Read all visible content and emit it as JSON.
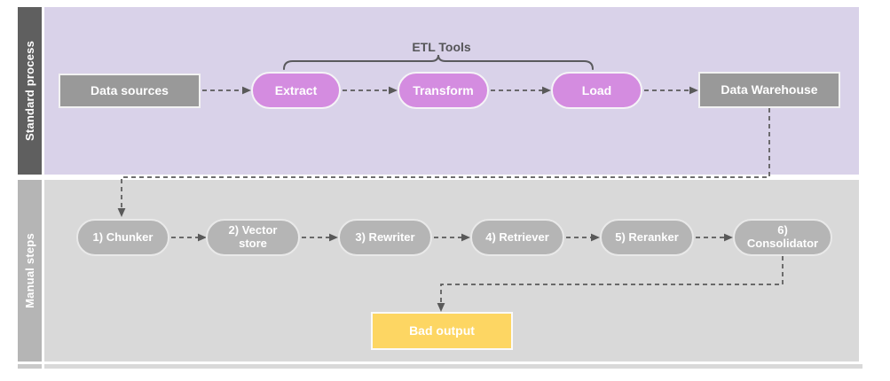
{
  "lanes": {
    "standard": {
      "label": "Standard process"
    },
    "manual": {
      "label": "Manual steps"
    }
  },
  "standard": {
    "data_sources": "Data sources",
    "etl_group_label": "ETL Tools",
    "extract": "Extract",
    "transform": "Transform",
    "load": "Load",
    "data_warehouse": "Data Warehouse"
  },
  "manual": {
    "steps": [
      "1) Chunker",
      "2) Vector store",
      "3) Rewriter",
      "4) Retriever",
      "5) Reranker",
      "6) Consolidator"
    ],
    "bad_output": "Bad output"
  },
  "colors": {
    "standard_lane_bg": "#d9d2e9",
    "standard_lane_bar": "#5f5f5f",
    "manual_lane_bg": "#d9d9d9",
    "manual_lane_bar": "#b5b5b5",
    "gray_node": "#999999",
    "etl_pill": "#d48ce0",
    "manual_pill": "#b5b5b5",
    "bad_output": "#fdd663",
    "connector": "#595959",
    "node_text": "#ffffff"
  }
}
